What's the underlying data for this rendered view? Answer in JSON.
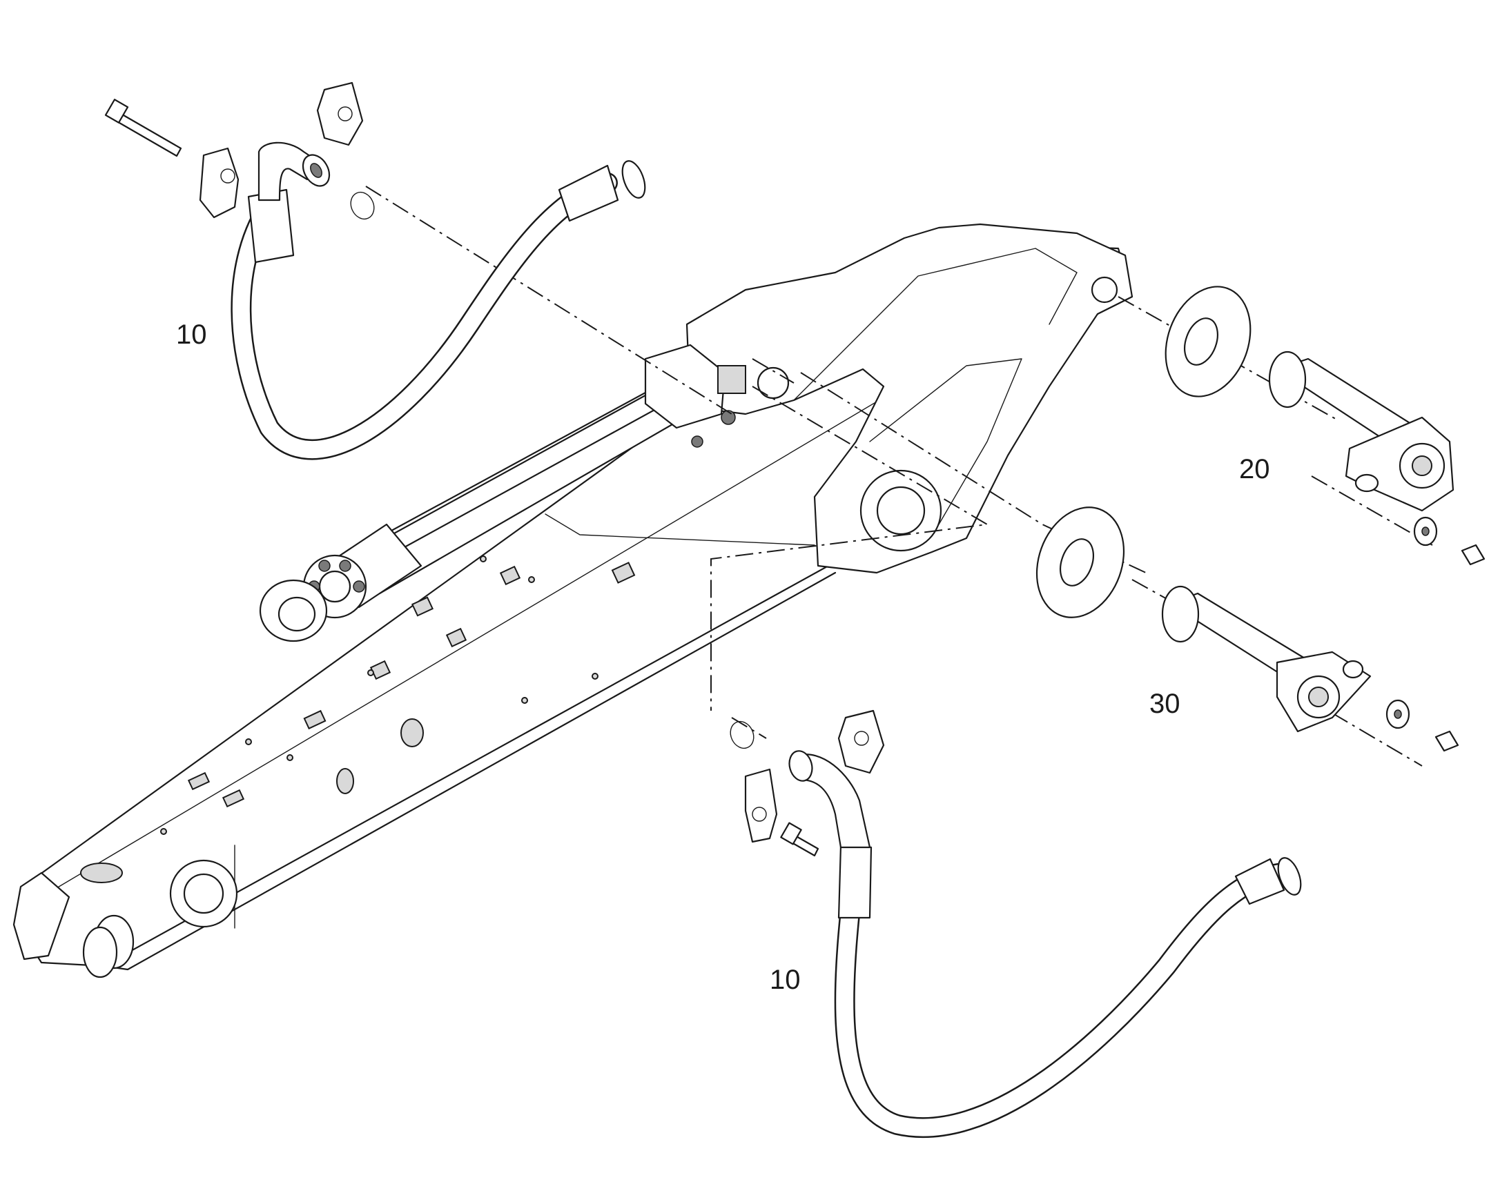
{
  "diagram": {
    "callouts": {
      "hose_upper": "10",
      "pin_upper": "20",
      "pin_lower": "30",
      "hose_lower": "10"
    }
  }
}
